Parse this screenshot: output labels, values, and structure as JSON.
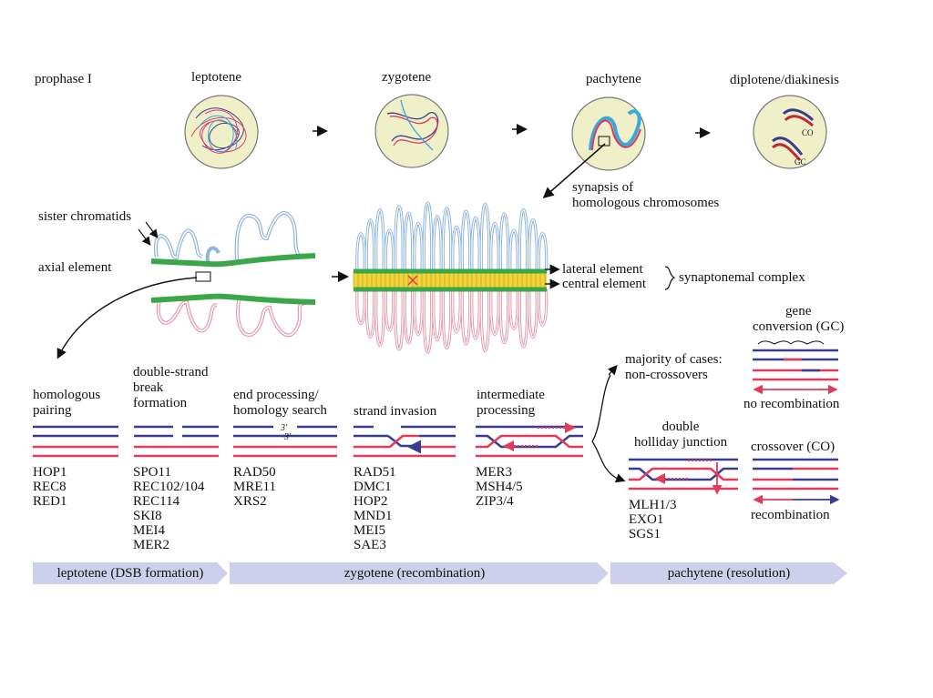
{
  "colors": {
    "cell_fill": "#efefc8",
    "blue": "#3a3d8f",
    "red": "#e23a5a",
    "green": "#3aa84a",
    "yellow": "#f1d33a",
    "light_blue": "#8fb4e0",
    "light_red": "#e79aaa",
    "band": "#ccd0ea"
  },
  "header": {
    "prophase": "prophase I",
    "stages": [
      "leptotene",
      "zygotene",
      "pachytene",
      "diplotene/diakinesis"
    ],
    "co": "CO",
    "gc": "GC"
  },
  "middle": {
    "synapsis": [
      "synapsis of",
      "homologous chromosomes"
    ],
    "sister_chromatids": "sister chromatids",
    "axial_element": "axial element",
    "lateral_element": "lateral element",
    "central_element": "central element",
    "synaptonemal_complex": "synaptonemal complex"
  },
  "steps": [
    {
      "label": [
        "homologous",
        "pairing"
      ],
      "genes": [
        "HOP1",
        "REC8",
        "RED1"
      ]
    },
    {
      "label": [
        "double-strand",
        "break",
        "formation"
      ],
      "genes": [
        "SPO11",
        "REC102/104",
        "REC114",
        "SKI8",
        "MEI4",
        "MER2"
      ]
    },
    {
      "label": [
        "end processing/",
        "homology search"
      ],
      "genes": [
        "RAD50",
        "MRE11",
        "XRS2"
      ]
    },
    {
      "label": [
        "strand invasion"
      ],
      "genes": [
        "RAD51",
        "DMC1",
        "HOP2",
        "MND1",
        "MEI5",
        "SAE3"
      ]
    },
    {
      "label": [
        "intermediate",
        "processing"
      ],
      "genes": [
        "MER3",
        "MSH4/5",
        "ZIP3/4"
      ]
    },
    {
      "label": [
        "double",
        "holliday junction"
      ],
      "genes": [
        "MLH1/3",
        "EXO1",
        "SGS1"
      ]
    }
  ],
  "three_prime": [
    "3'",
    "3'"
  ],
  "outcomes": {
    "majority": [
      "majority of cases:",
      "non-crossovers"
    ],
    "gene_conversion": [
      "gene",
      "conversion (GC)"
    ],
    "no_recombination": "no recombination",
    "crossover": "crossover (CO)",
    "recombination": "recombination"
  },
  "band": {
    "leptotene": "leptotene (DSB formation)",
    "zygotene": "zygotene (recombination)",
    "pachytene": "pachytene (resolution)"
  }
}
